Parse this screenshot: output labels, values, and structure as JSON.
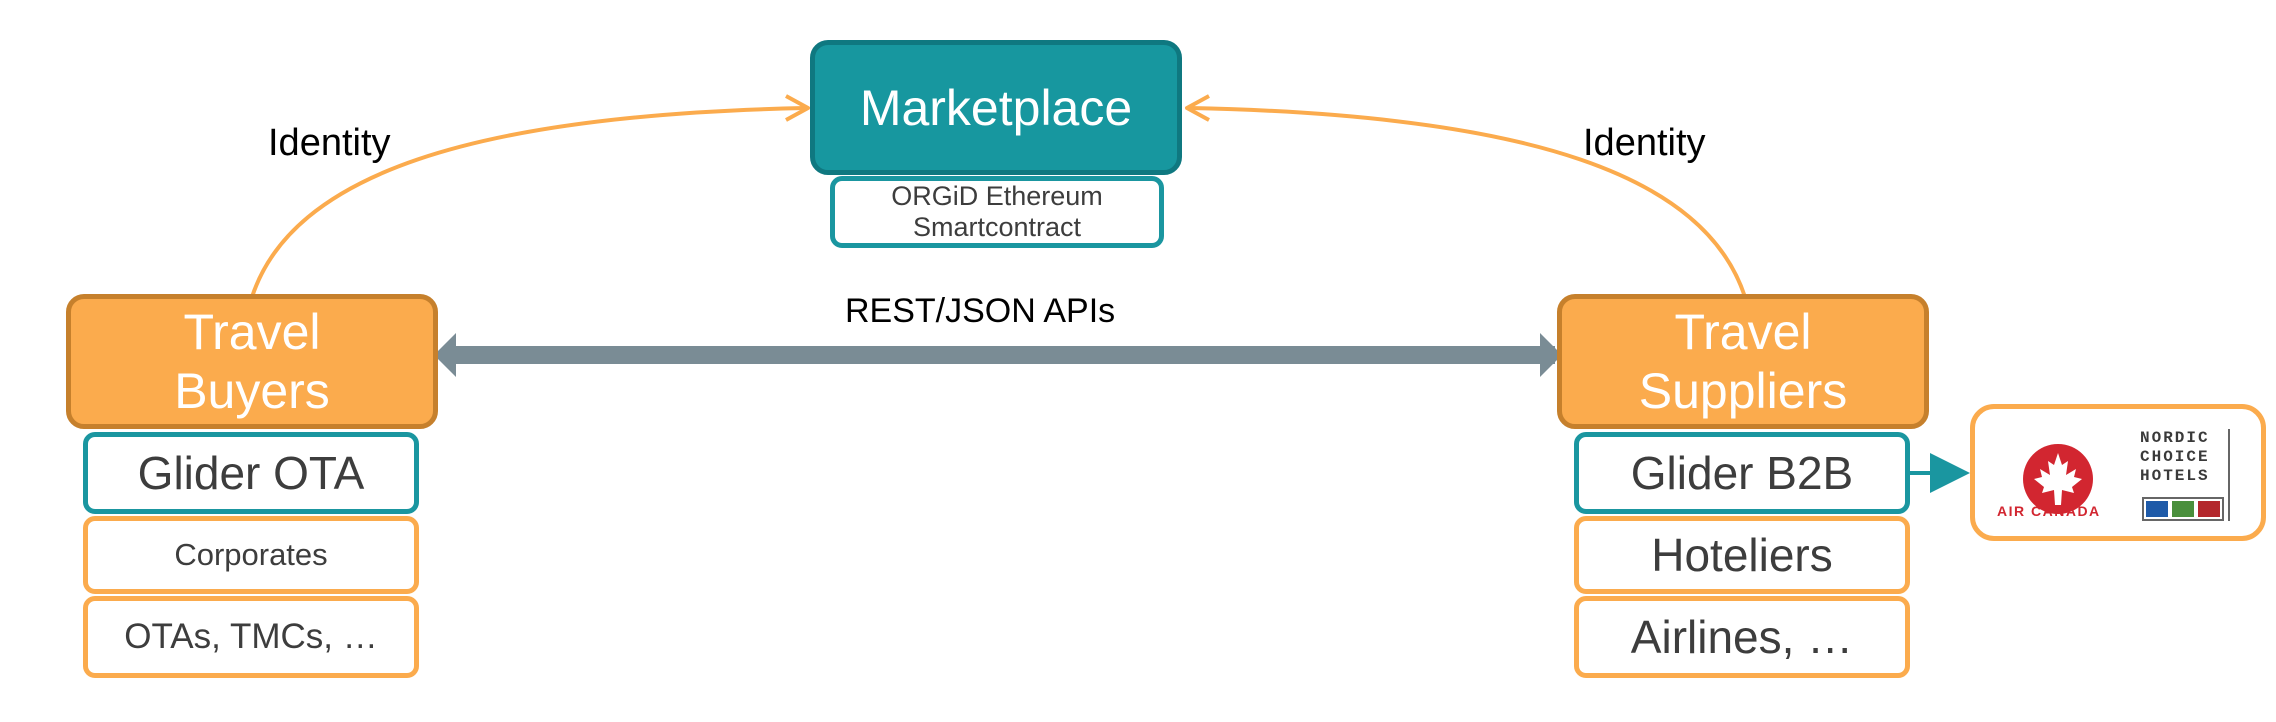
{
  "marketplace": {
    "title": "Marketplace",
    "contract": "ORGiD Ethereum Smartcontract"
  },
  "identity_left": "Identity",
  "identity_right": "Identity",
  "api_label": "REST/JSON APIs",
  "buyers": {
    "title_line1": "Travel",
    "title_line2": "Buyers",
    "items": [
      "Glider OTA",
      "Corporates",
      "OTAs, TMCs, …"
    ]
  },
  "suppliers": {
    "title_line1": "Travel",
    "title_line2": "Suppliers",
    "items": [
      "Glider B2B",
      "Hoteliers",
      "Airlines, …"
    ]
  },
  "logos": {
    "air_canada": "AIR CANADA",
    "nordic_choice": "NORDIC\nCHOICE\nHOTELS"
  },
  "colors": {
    "teal": "#17979f",
    "teal_border": "#0f7880",
    "orange": "#fbab4d",
    "orange_border": "#c6802c",
    "arrow_gray": "#7a8c95"
  }
}
